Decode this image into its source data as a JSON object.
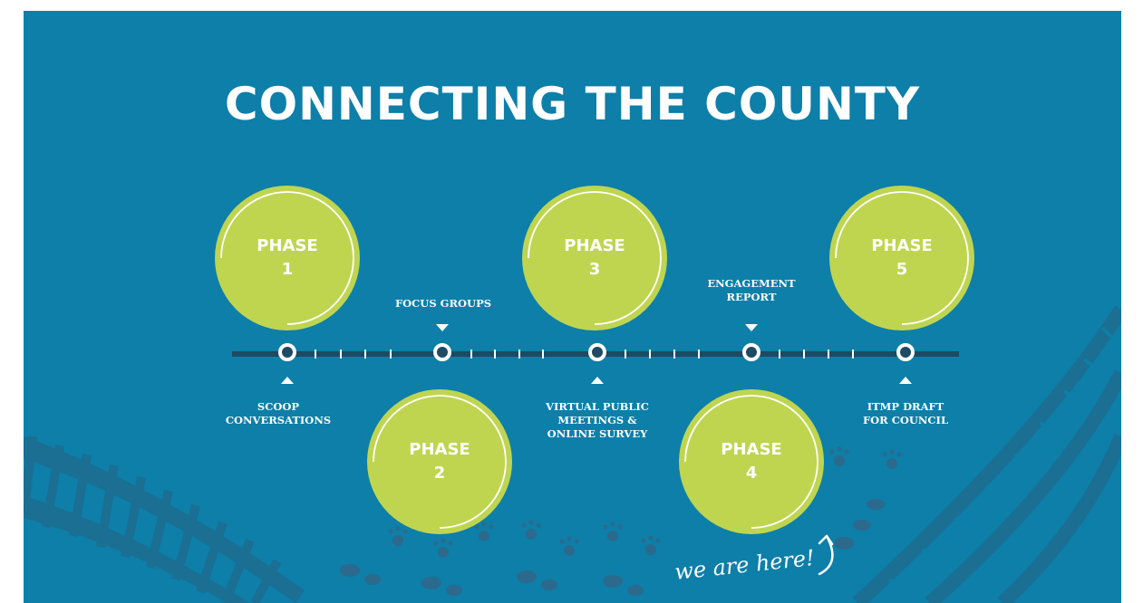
{
  "title": "CONNECTING THE COUNTY",
  "phases": [
    {
      "label": "PHASE",
      "number": "1"
    },
    {
      "label": "PHASE",
      "number": "2"
    },
    {
      "label": "PHASE",
      "number": "3"
    },
    {
      "label": "PHASE",
      "number": "4"
    },
    {
      "label": "PHASE",
      "number": "5"
    }
  ],
  "milestones": {
    "m1": [
      "SCOOP",
      "CONVERSATIONS"
    ],
    "m2": [
      "FOCUS GROUPS"
    ],
    "m3": [
      "VIRTUAL PUBLIC",
      "MEETINGS &",
      "ONLINE SURVEY"
    ],
    "m4": [
      "ENGAGEMENT",
      "REPORT"
    ],
    "m5": [
      "ITMP DRAFT",
      "FOR COUNCIL"
    ]
  },
  "note": "we are here!",
  "colors": {
    "background": "#0d7fa9",
    "phase_fill": "#bfd54f",
    "decor": "#1a6f93",
    "line": "#1f4a63",
    "text": "#ffffff"
  },
  "icons": [
    "arrow-curve-icon",
    "tire-track-icon",
    "railway-track-icon",
    "footprint-icon",
    "paw-print-icon"
  ]
}
